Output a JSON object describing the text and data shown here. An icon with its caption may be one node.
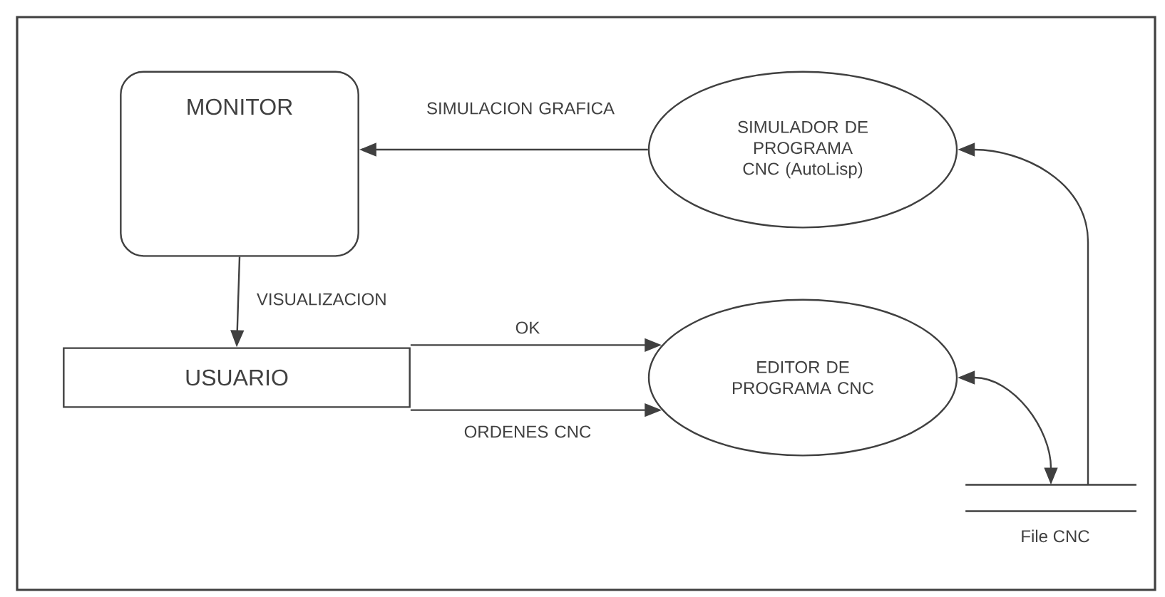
{
  "diagram": {
    "nodes": [
      {
        "text": [
          "MONITOR"
        ]
      },
      {
        "text": [
          "SIMULADOR DE PROGRAMA CNC (AutoLisp)"
        ]
      },
      {
        "text": [
          "USUARIO"
        ]
      },
      {
        "text": [
          "EDITOR DE PROGRAMA CNC"
        ]
      },
      {
        "text": [
          "File CNC"
        ]
      }
    ],
    "edges": [
      {
        "from": 1,
        "to": 0,
        "arrow": "to",
        "label": "SIMULACION GRAFICA"
      },
      {
        "from": 0,
        "to": 2,
        "arrow": "to",
        "label": "VISUALIZACION"
      },
      {
        "from": 2,
        "to": 3,
        "arrow": "to",
        "label": "OK"
      },
      {
        "from": 2,
        "to": 3,
        "arrow": "to",
        "label": "ORDENES CNC"
      },
      {
        "from": 4,
        "to": 1,
        "arrow": "to"
      },
      {
        "from": 3,
        "to": 4,
        "arrow": "both"
      }
    ]
  }
}
